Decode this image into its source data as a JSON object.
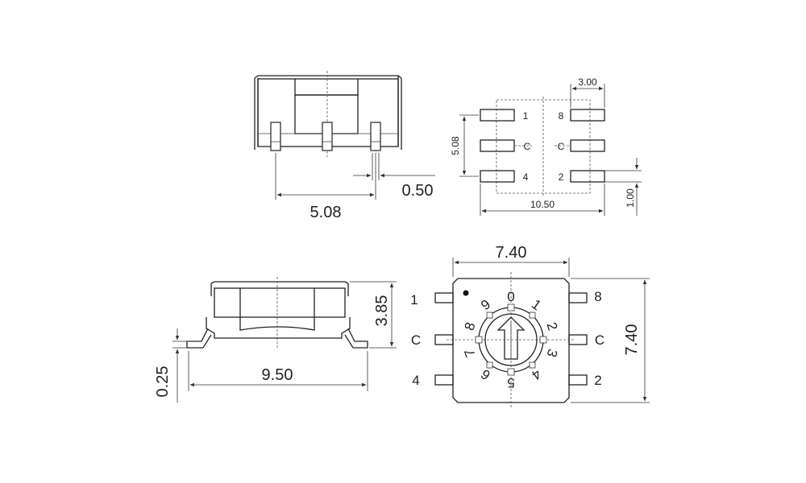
{
  "top_side_view": {
    "pitch": "5.08",
    "lead_width": "0.50"
  },
  "footprint": {
    "pad_width": "3.00",
    "pad_pitch": "5.08",
    "total_width": "10.50",
    "pad_height": "1.00",
    "pins": {
      "top_left": "1",
      "top_right": "8",
      "mid_left": "C",
      "mid_right": "C",
      "bottom_left": "4",
      "bottom_right": "2"
    }
  },
  "bottom_side_view": {
    "height": "3.85",
    "length": "9.50",
    "standoff": "0.25"
  },
  "top_view": {
    "width": "7.40",
    "height": "7.40",
    "pins": {
      "top_left": "1",
      "top_right": "8",
      "mid_left": "C",
      "mid_right": "C",
      "bottom_left": "4",
      "bottom_right": "2"
    },
    "dial_numbers": [
      "0",
      "1",
      "2",
      "3",
      "4",
      "5",
      "6",
      "7",
      "8",
      "9"
    ]
  }
}
